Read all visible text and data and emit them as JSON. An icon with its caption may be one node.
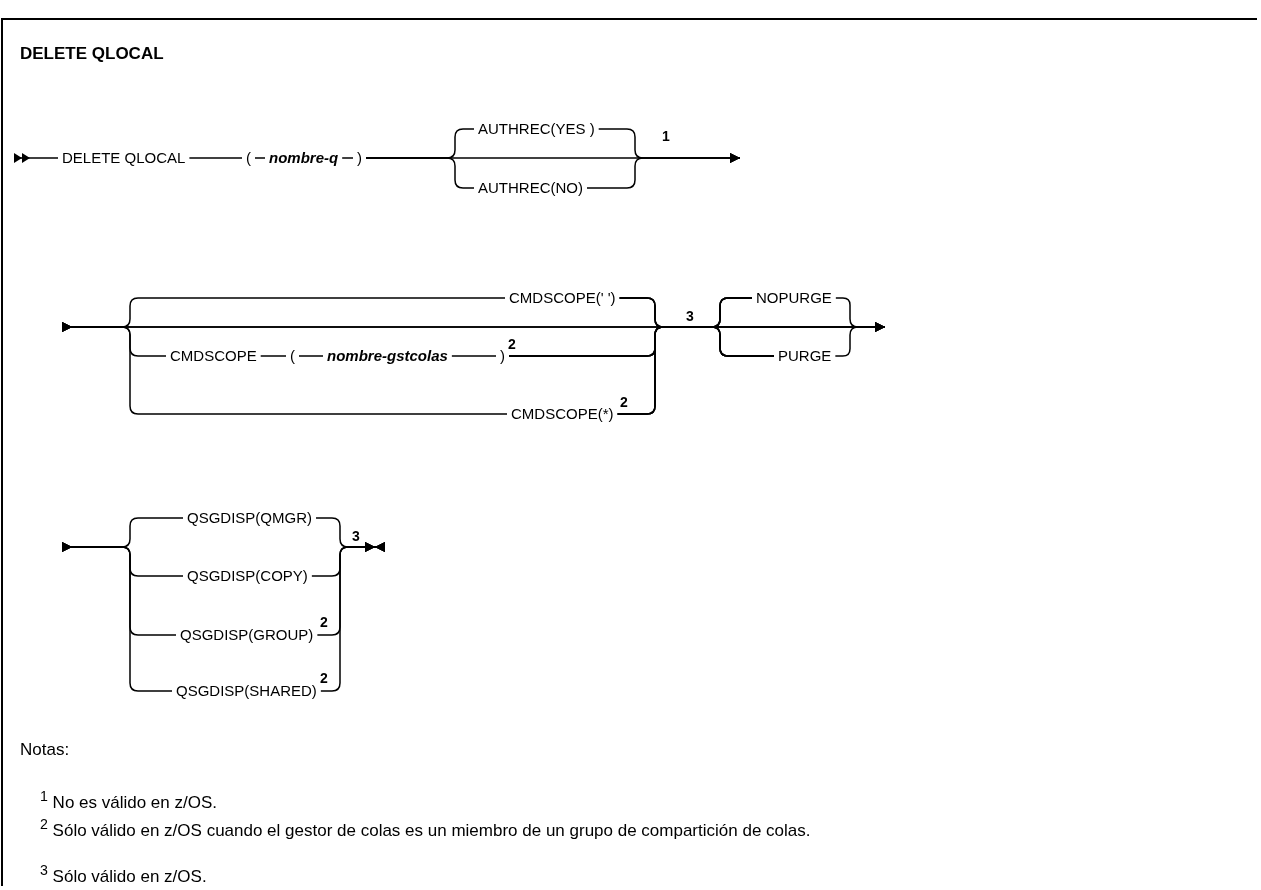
{
  "diagram": {
    "title": "DELETE QLOCAL",
    "nodes": [
      {
        "text": [
          "DELETE QLOCAL"
        ]
      },
      {
        "text": [
          "("
        ]
      },
      {
        "text": [
          "nombre-q"
        ]
      },
      {
        "text": [
          ")"
        ]
      },
      {
        "text": [
          "AUTHREC(YES )"
        ]
      },
      {
        "text": [
          "AUTHREC(NO)"
        ]
      },
      {
        "text": [
          "CMDSCOPE(' ')"
        ]
      },
      {
        "text": [
          "CMDSCOPE"
        ]
      },
      {
        "text": [
          "("
        ]
      },
      {
        "text": [
          "nombre-gstcolas"
        ]
      },
      {
        "text": [
          ")"
        ]
      },
      {
        "text": [
          "CMDSCOPE(*)"
        ]
      },
      {
        "text": [
          "NOPURGE"
        ]
      },
      {
        "text": [
          "PURGE"
        ]
      },
      {
        "text": [
          "QSGDISP(QMGR)"
        ]
      },
      {
        "text": [
          "QSGDISP(COPY)"
        ]
      },
      {
        "text": [
          "QSGDISP(GROUP)"
        ]
      },
      {
        "text": [
          "QSGDISP(SHARED)"
        ]
      }
    ],
    "edges": [
      {
        "from": null,
        "to": 0,
        "arrow": "other"
      },
      {
        "from": 0,
        "to": 1,
        "arrow": "none"
      },
      {
        "from": 1,
        "to": 2,
        "arrow": "none"
      },
      {
        "from": 2,
        "to": 3,
        "arrow": "none"
      },
      {
        "from": 3,
        "to": 4,
        "arrow": "none"
      },
      {
        "from": 3,
        "to": 5,
        "arrow": "none"
      },
      {
        "from": 3,
        "to": null,
        "arrow": "to"
      },
      {
        "from": 4,
        "to": null,
        "arrow": "to"
      },
      {
        "from": 5,
        "to": null,
        "arrow": "to"
      },
      {
        "from": null,
        "to": 6,
        "arrow": "other"
      },
      {
        "from": null,
        "to": 7,
        "arrow": "other"
      },
      {
        "from": null,
        "to": 11,
        "arrow": "other"
      },
      {
        "from": null,
        "to": 12,
        "arrow": "other"
      },
      {
        "from": null,
        "to": 13,
        "arrow": "other"
      },
      {
        "from": 7,
        "to": 8,
        "arrow": "none"
      },
      {
        "from": 8,
        "to": 9,
        "arrow": "none"
      },
      {
        "from": 9,
        "to": 10,
        "arrow": "none"
      },
      {
        "from": 6,
        "to": 12,
        "arrow": "none"
      },
      {
        "from": 6,
        "to": 13,
        "arrow": "none"
      },
      {
        "from": 6,
        "to": null,
        "arrow": "to"
      },
      {
        "from": 10,
        "to": 12,
        "arrow": "none"
      },
      {
        "from": 10,
        "to": 13,
        "arrow": "none"
      },
      {
        "from": 10,
        "to": null,
        "arrow": "to"
      },
      {
        "from": 11,
        "to": 12,
        "arrow": "none"
      },
      {
        "from": 11,
        "to": 13,
        "arrow": "none"
      },
      {
        "from": 11,
        "to": null,
        "arrow": "to"
      },
      {
        "from": 12,
        "to": null,
        "arrow": "to"
      },
      {
        "from": 13,
        "to": null,
        "arrow": "to"
      },
      {
        "from": null,
        "to": 14,
        "arrow": "other"
      },
      {
        "from": null,
        "to": 15,
        "arrow": "other"
      },
      {
        "from": null,
        "to": 16,
        "arrow": "other"
      },
      {
        "from": null,
        "to": 17,
        "arrow": "other"
      },
      {
        "from": 14,
        "to": null,
        "arrow": "to"
      },
      {
        "from": 15,
        "to": null,
        "arrow": "to"
      },
      {
        "from": 16,
        "to": null,
        "arrow": "to"
      },
      {
        "from": 17,
        "to": null,
        "arrow": "to"
      }
    ],
    "labels": [
      "1",
      "3",
      "2",
      "2",
      "3",
      "2",
      "2",
      "Notas:",
      "$^{1}$ No es válido en z/OS.",
      "$^{2}$ Sólo válido en z/OS cuando el gestor de colas es un miembro de un grupo de compartición de colas.",
      "$^{3}$ Sólo válido en z/OS."
    ]
  }
}
